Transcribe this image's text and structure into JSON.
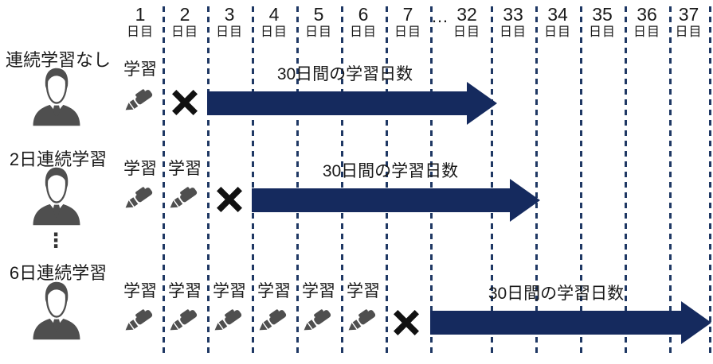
{
  "header": {
    "days": [
      "1",
      "2",
      "3",
      "4",
      "5",
      "6",
      "7",
      "32",
      "33",
      "34",
      "35",
      "36",
      "37"
    ],
    "day_suffix": "日目",
    "ellipsis": "…"
  },
  "rows": [
    {
      "label": "連続学習なし",
      "study_label": "学習",
      "study_day_count": 1,
      "cross_day": 2,
      "arrow_label": "30日間の学習日数",
      "arrow_span_days": "3-32"
    },
    {
      "label": "2日連続学習",
      "study_label": "学習",
      "study_day_count": 2,
      "cross_day": 3,
      "arrow_label": "30日間の学習日数",
      "arrow_span_days": "4-33"
    },
    {
      "label": "6日連続学習",
      "study_label": "学習",
      "study_day_count": 6,
      "cross_day": 7,
      "arrow_label": "30日間の学習日数",
      "arrow_span_days": "8-37"
    }
  ],
  "between_rows_ellipsis": "⋮",
  "icons": {
    "cross": "✕",
    "pen": "pen-icon",
    "person": "businessman-avatar"
  },
  "colors": {
    "arrow_navy": "#152a5e",
    "dash_navy": "#1f3864",
    "icon_gray": "#4f4f4f",
    "text": "#1a1a1a"
  }
}
